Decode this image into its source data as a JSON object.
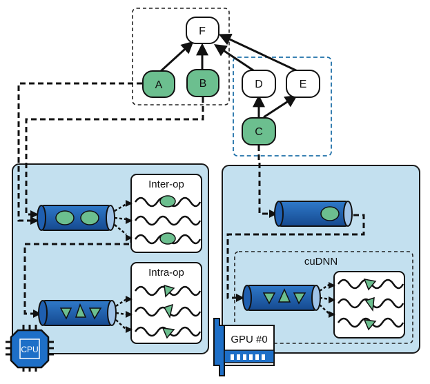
{
  "graph": {
    "nodes": {
      "F": "F",
      "A": "A",
      "B": "B",
      "D": "D",
      "E": "E",
      "C": "C"
    }
  },
  "cpu_panel": {
    "inter_op_label": "Inter-op",
    "intra_op_label": "Intra-op",
    "chip_label": "CPU"
  },
  "gpu_panel": {
    "cudnn_label": "cuDNN",
    "card_label": "GPU #0"
  },
  "colors": {
    "panel_fill": "#c3e0ef",
    "node_green": "#6cbf8f",
    "queue_blue": "#1f5fb0",
    "dashed_blue": "#1d6fa8",
    "chip_blue": "#1e6fc7"
  }
}
